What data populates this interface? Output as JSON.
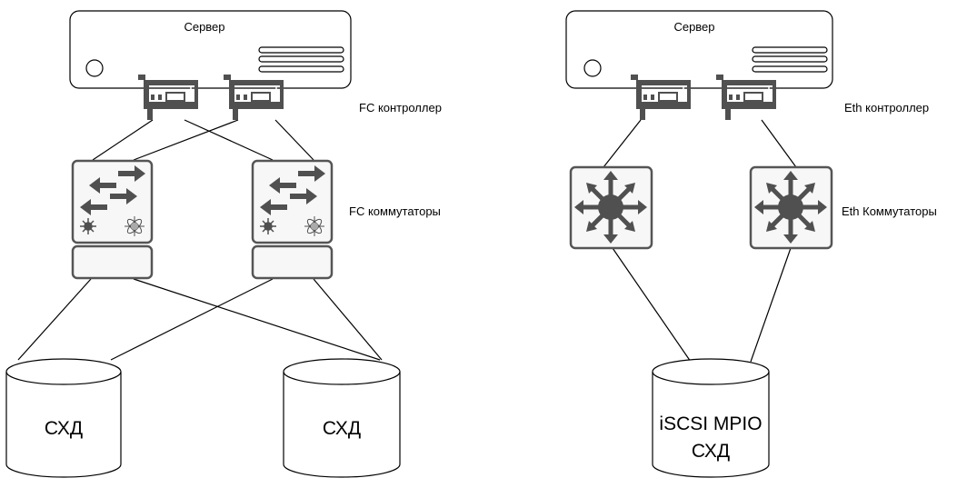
{
  "left": {
    "server_label": "Сервер",
    "controller_label": "FC контроллер",
    "switch_label": "FC коммутаторы",
    "storage": [
      "СХД",
      "СХД"
    ]
  },
  "right": {
    "server_label": "Сервер",
    "controller_label": "Eth контроллер",
    "switch_label": "Eth Коммутаторы",
    "storage_line1": "iSCSI MPIO",
    "storage_line2": "СХД"
  },
  "colors": {
    "icon": "#505050",
    "device_border": "#555555",
    "device_fill": "#f7f7f7"
  }
}
